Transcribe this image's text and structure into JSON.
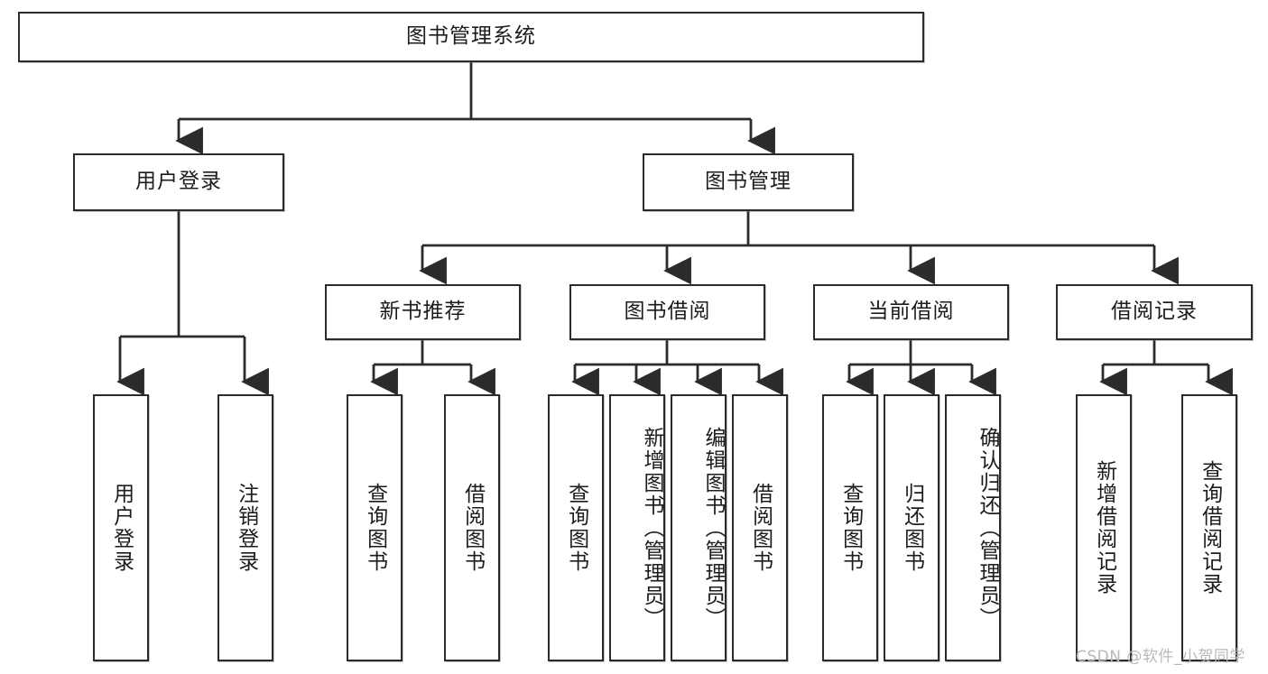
{
  "diagram": {
    "type": "hierarchy-tree",
    "title": "图书管理系统",
    "levels": 4,
    "watermark": "CSDN @软件_小贺同学",
    "nodes": {
      "root": {
        "label": "图书管理系统"
      },
      "level2": [
        {
          "id": "user-login",
          "label": "用户登录"
        },
        {
          "id": "book-management",
          "label": "图书管理"
        }
      ],
      "level3": [
        {
          "id": "new-book-recommend",
          "label": "新书推荐",
          "parent": "book-management"
        },
        {
          "id": "book-borrow",
          "label": "图书借阅",
          "parent": "book-management"
        },
        {
          "id": "current-borrow",
          "label": "当前借阅",
          "parent": "book-management"
        },
        {
          "id": "borrow-record",
          "label": "借阅记录",
          "parent": "book-management"
        }
      ],
      "leaves": [
        {
          "id": "leaf-user-login",
          "label": "用户登录",
          "parent": "user-login"
        },
        {
          "id": "leaf-logout-login",
          "label": "注销登录",
          "parent": "user-login"
        },
        {
          "id": "leaf-query-book-1",
          "label": "查询图书",
          "parent": "new-book-recommend"
        },
        {
          "id": "leaf-borrow-book-1",
          "label": "借阅图书",
          "parent": "new-book-recommend"
        },
        {
          "id": "leaf-query-book-2",
          "label": "查询图书",
          "parent": "book-borrow"
        },
        {
          "id": "leaf-add-book-admin",
          "label": "新增图书（管理员）",
          "parent": "book-borrow"
        },
        {
          "id": "leaf-edit-book-admin",
          "label": "编辑图书（管理员）",
          "parent": "book-borrow"
        },
        {
          "id": "leaf-borrow-book-2",
          "label": "借阅图书",
          "parent": "book-borrow"
        },
        {
          "id": "leaf-query-book-3",
          "label": "查询图书",
          "parent": "current-borrow"
        },
        {
          "id": "leaf-return-book",
          "label": "归还图书",
          "parent": "current-borrow"
        },
        {
          "id": "leaf-confirm-return-admin",
          "label": "确认归还（管理员）",
          "parent": "current-borrow"
        },
        {
          "id": "leaf-add-borrow-record",
          "label": "新增借阅记录",
          "parent": "borrow-record"
        },
        {
          "id": "leaf-query-borrow-record",
          "label": "查询借阅记录",
          "parent": "borrow-record"
        }
      ]
    },
    "colors": {
      "box_border": "#2b2b2b",
      "box_fill": "#ffffff",
      "connector": "#2b2b2b",
      "text": "#1c1c1c",
      "watermark": "#b9b9b9",
      "background": "#ffffff"
    }
  }
}
